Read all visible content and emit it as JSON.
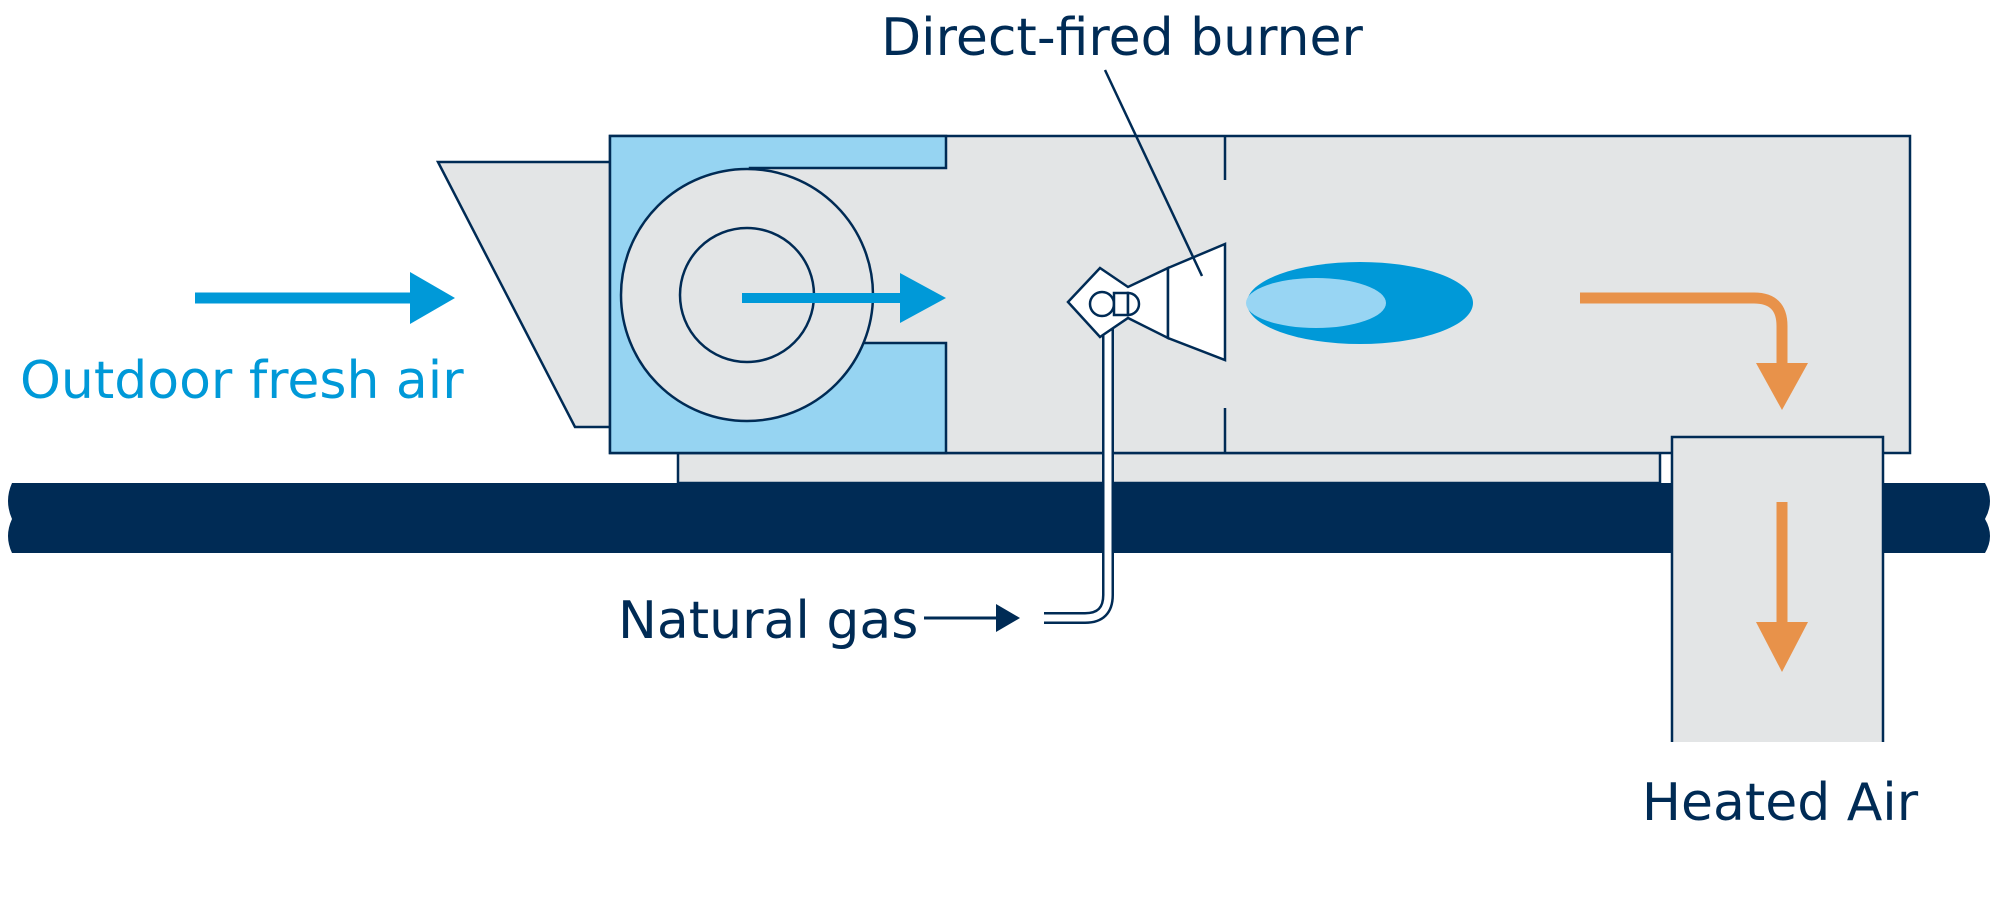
{
  "labels": {
    "burner": "Direct-fired burner",
    "outdoor_air": "Outdoor fresh air",
    "natural_gas": "Natural gas",
    "heated_air": "Heated Air"
  },
  "colors": {
    "navy": "#002b55",
    "light_gray": "#e3e5e6",
    "fan_blue": "#96d4f2",
    "fresh_air_blue": "#0099d8",
    "flame_light": "#98d5f3",
    "heated_orange": "#e8924a",
    "white": "#ffffff"
  },
  "icons": {
    "fan": "fan-icon",
    "burner": "burner-icon",
    "flame": "flame-icon"
  }
}
